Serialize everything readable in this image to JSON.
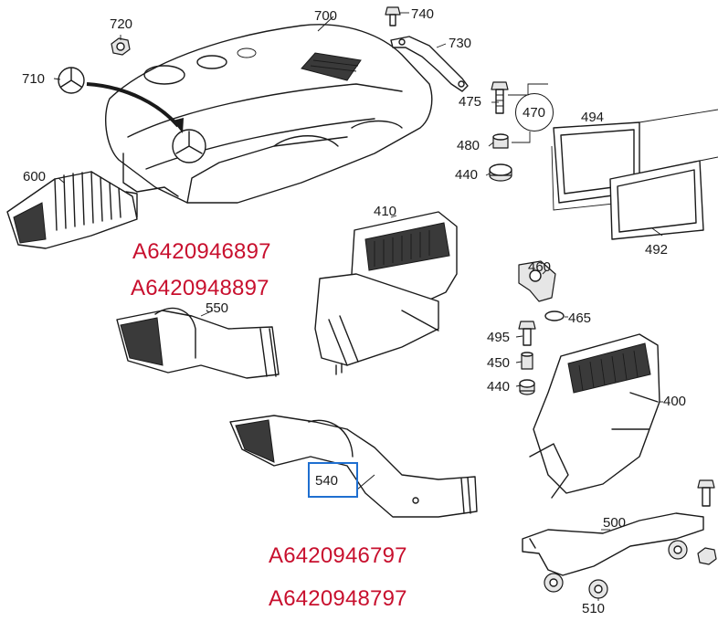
{
  "callouts": {
    "c720": "720",
    "c700": "700",
    "c740": "740",
    "c730": "730",
    "c710": "710",
    "c475": "475",
    "c470": "470",
    "c494": "494",
    "c480": "480",
    "c440a": "440",
    "c600": "600",
    "c410": "410",
    "c492": "492",
    "c460": "460",
    "c465": "465",
    "c550": "550",
    "c495": "495",
    "c450": "450",
    "c440b": "440",
    "c400": "400",
    "c540": "540",
    "c500": "500",
    "c510": "510"
  },
  "part_numbers": {
    "upper_1": "A6420946897",
    "upper_2": "A6420948897",
    "lower_1": "A6420946797",
    "lower_2": "A6420948797"
  },
  "colors": {
    "part_number_red": "#c8102e",
    "highlight_blue": "#1f6fd0",
    "line": "#1a1a1a"
  }
}
